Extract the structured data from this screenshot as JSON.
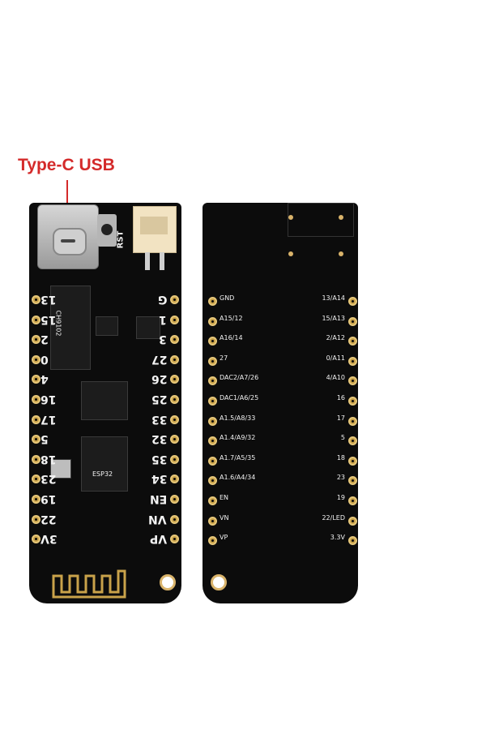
{
  "callout": {
    "label": "Type-C USB",
    "color": "#d42a2a"
  },
  "front": {
    "top_labels": [
      "RST"
    ],
    "left_pins": [
      "13",
      "15",
      "2",
      "0",
      "4",
      "16",
      "17",
      "5",
      "18",
      "23",
      "19",
      "22",
      "3V"
    ],
    "right_pins": [
      "G",
      "1",
      "3",
      "27",
      "26",
      "25",
      "33",
      "32",
      "35",
      "34",
      "EN",
      "VN",
      "VP"
    ],
    "chip_text": [
      "CH9102",
      "ESP32"
    ]
  },
  "back": {
    "left_pins": [
      "GND",
      "A15/12",
      "A16/14",
      "27",
      "DAC2/A7/26",
      "DAC1/A6/25",
      "A1.5/A8/33",
      "A1.4/A9/32",
      "A1.7/A5/35",
      "A1.6/A4/34",
      "EN",
      "VN",
      "VP"
    ],
    "right_pins": [
      "13/A14",
      "15/A13",
      "2/A12",
      "0/A11",
      "4/A10",
      "16",
      "17",
      "5",
      "18",
      "23",
      "19",
      "22/LED",
      "3.3V"
    ]
  },
  "colors": {
    "pcb": "#0c0c0c",
    "gold": "#c9a24a",
    "silkscreen": "#f2f2f2"
  }
}
